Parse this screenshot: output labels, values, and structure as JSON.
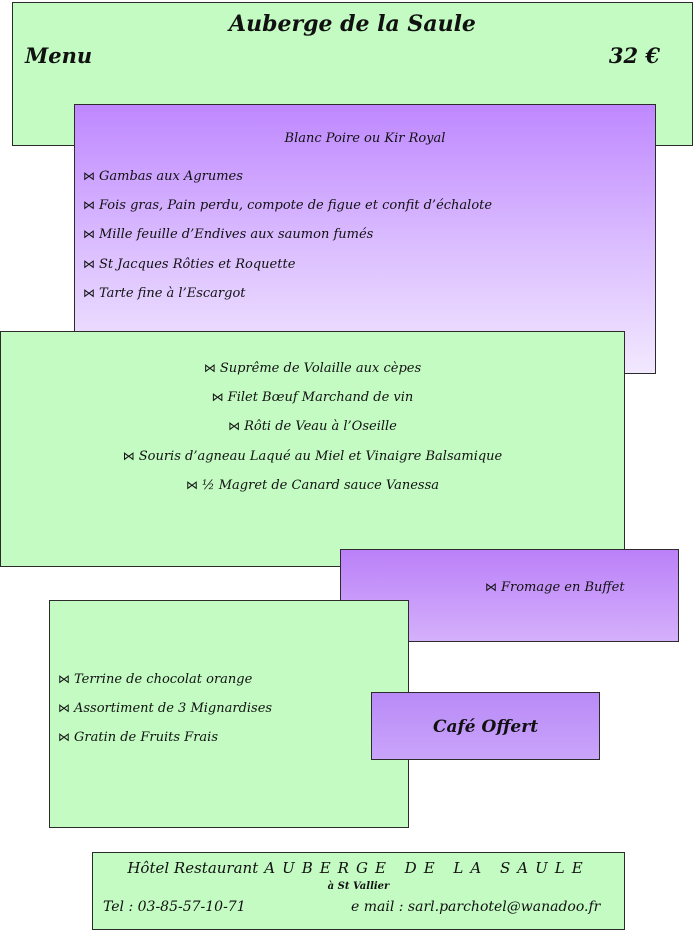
{
  "header": {
    "title": "Auberge de la Saule",
    "menu_label": "Menu",
    "price": "32 €"
  },
  "starters": {
    "aperitif": "Blanc Poire ou Kir Royal",
    "items": [
      "Gambas aux Agrumes",
      "Fois gras, Pain perdu, compote de figue et confit d’échalote",
      "Mille feuille d’Endives aux saumon fumés",
      "St Jacques Rôties et Roquette",
      "Tarte fine à l’Escargot"
    ]
  },
  "mains": {
    "items": [
      "Suprême de Volaille aux cèpes",
      "Filet Bœuf Marchand de vin",
      "Rôti de Veau à l’Oseille",
      "Souris d’agneau Laqué au Miel et Vinaigre Balsamique",
      "½ Magret de Canard sauce Vanessa"
    ]
  },
  "cheese": {
    "item": "Fromage en Buffet"
  },
  "desserts": {
    "items": [
      "Terrine de chocolat orange",
      "Assortiment de 3 Mignardises",
      "Gratin de Fruits Frais"
    ]
  },
  "coffee": {
    "label": "Café Offert"
  },
  "footer": {
    "prefix": "Hôtel Restaurant",
    "name": "AUBERGE DE LA SAULE",
    "city": "à St Vallier",
    "tel": "Tel : 03-85-57-10-71",
    "email": "e mail : sarl.parchotel@wanadoo.fr"
  },
  "icons": {
    "bullet": "bowtie-bullet-icon"
  },
  "colors": {
    "green_box": "#c3fbc3",
    "purple_box": "#bf88ff",
    "border": "#2b2b2b"
  }
}
